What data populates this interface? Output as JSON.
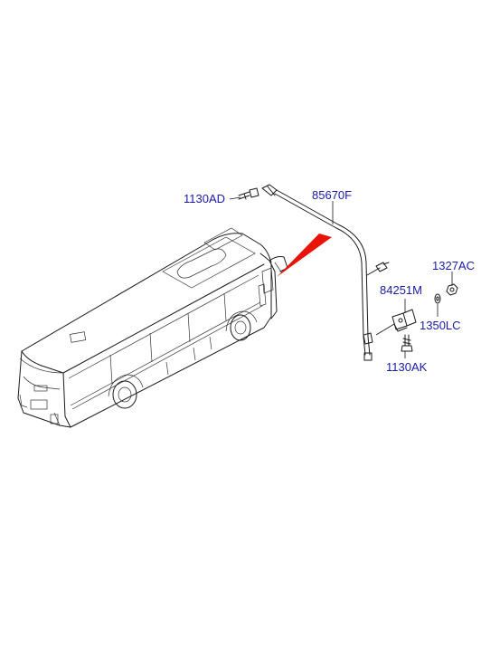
{
  "labels": {
    "screw_top": "1130AD",
    "cable_assembly": "85670F",
    "nut_right": "1327AC",
    "bracket": "84251M",
    "washer": "1350LC",
    "bolt_bottom": "1130AK"
  },
  "colors": {
    "label": "#1a1aa6",
    "highlight_arrow": "#e8140a",
    "line_art": "#1a1a1a"
  }
}
